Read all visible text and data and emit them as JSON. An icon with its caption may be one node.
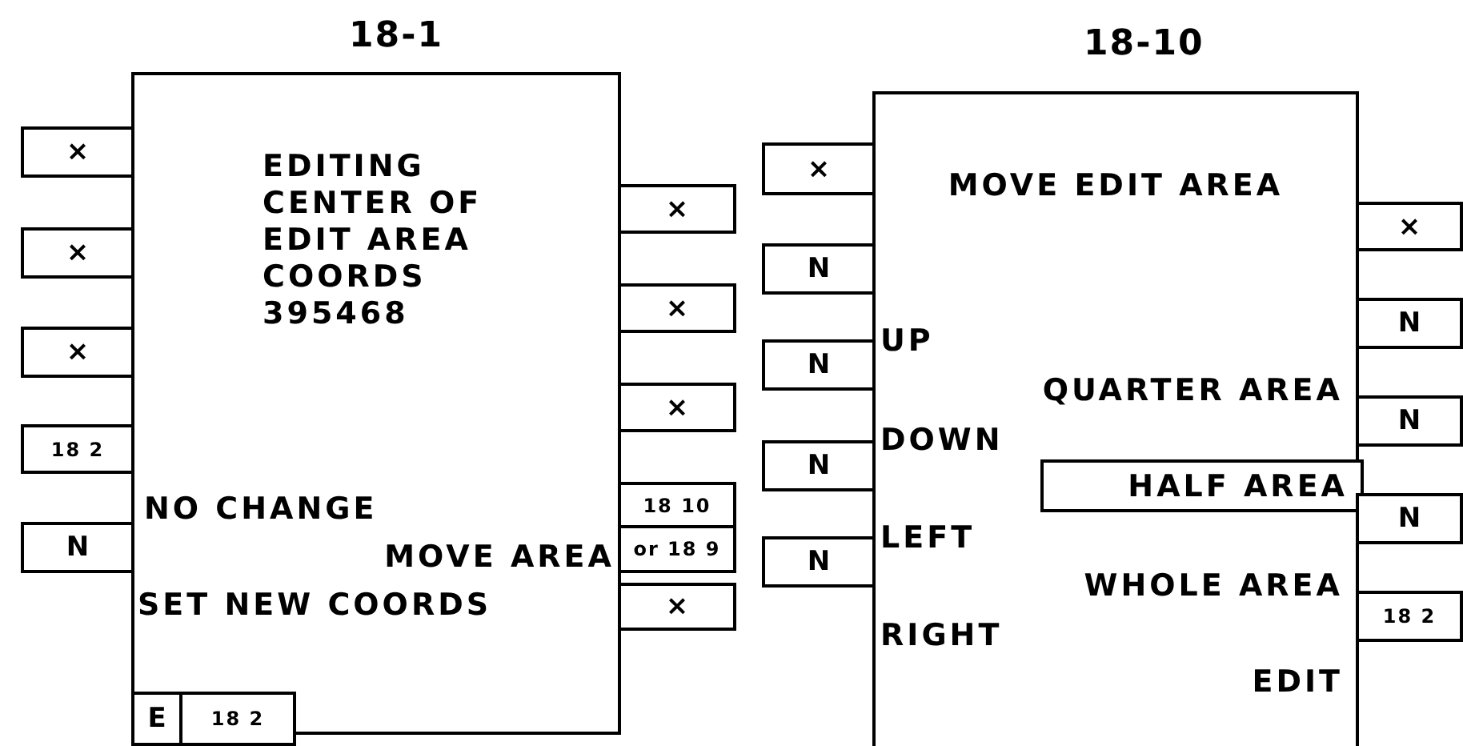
{
  "diagram": {
    "nodes": [
      {
        "text": [
          "18-1",
          "EDITING CENTER OF EDIT AREA COORDS 395468",
          "NO CHANGE",
          "MOVE AREA",
          "SET NEW COORDS"
        ]
      },
      {
        "text": [
          "×"
        ]
      },
      {
        "text": [
          "×"
        ]
      },
      {
        "text": [
          "×"
        ]
      },
      {
        "text": [
          "18 2"
        ]
      },
      {
        "text": [
          "N"
        ]
      },
      {
        "text": [
          "×"
        ]
      },
      {
        "text": [
          "×"
        ]
      },
      {
        "text": [
          "×"
        ]
      },
      {
        "text": [
          "18 10"
        ]
      },
      {
        "text": [
          "or 18 9"
        ]
      },
      {
        "text": [
          "×"
        ]
      },
      {
        "text": [
          "E"
        ]
      },
      {
        "text": [
          "18 2"
        ]
      },
      {
        "text": [
          "18-10",
          "MOVE EDIT AREA",
          "UP",
          "DOWN",
          "LEFT",
          "RIGHT",
          "QUARTER AREA",
          "WHOLE AREA",
          "EDIT"
        ]
      },
      {
        "text": [
          "HALF AREA"
        ],
        "in": 14
      },
      {
        "text": [
          "×"
        ]
      },
      {
        "text": [
          "N"
        ]
      },
      {
        "text": [
          "N"
        ]
      },
      {
        "text": [
          "N"
        ]
      },
      {
        "text": [
          "N"
        ]
      },
      {
        "text": [
          "×"
        ]
      },
      {
        "text": [
          "N"
        ]
      },
      {
        "text": [
          "N"
        ]
      },
      {
        "text": [
          "N"
        ]
      },
      {
        "text": [
          "18 2"
        ]
      }
    ],
    "edges": []
  }
}
